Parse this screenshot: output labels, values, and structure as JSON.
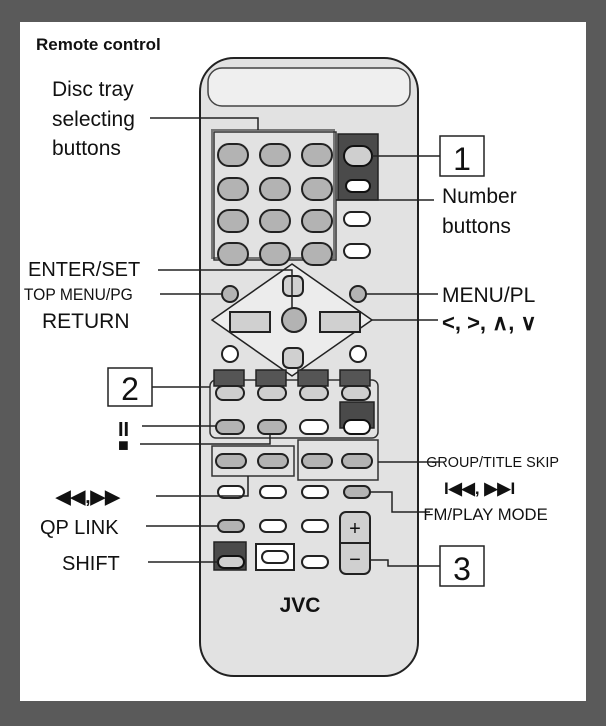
{
  "section_title": "Remote control",
  "brand": "JVC",
  "callouts": {
    "disc_tray": [
      "Disc tray",
      "selecting",
      "buttons"
    ],
    "number": [
      "Number",
      "buttons"
    ],
    "enter_set": "ENTER/SET",
    "top_menu": "TOP MENU/PG",
    "return": "RETURN",
    "menu_pl": "MENU/PL",
    "cursor": "<, >, ∧, ∨",
    "pause": "II",
    "stop": "■",
    "group_title_skip": "GROUP/TITLE SKIP",
    "skip": "I◀◀, ▶▶I",
    "rew_ff": "◀◀,▶▶",
    "qp_link": "QP LINK",
    "fm_play_mode": "FM/PLAY MODE",
    "shift": "SHIFT"
  },
  "steps": [
    "1",
    "2",
    "3"
  ],
  "volume": {
    "plus": "+",
    "minus": "−"
  },
  "colors": {
    "background": "#5a5a5a",
    "panel": "#ffffff",
    "remote": "#e0e0e0",
    "button": "#b3b3b3",
    "dark": "#555555",
    "accent": "#333333"
  }
}
